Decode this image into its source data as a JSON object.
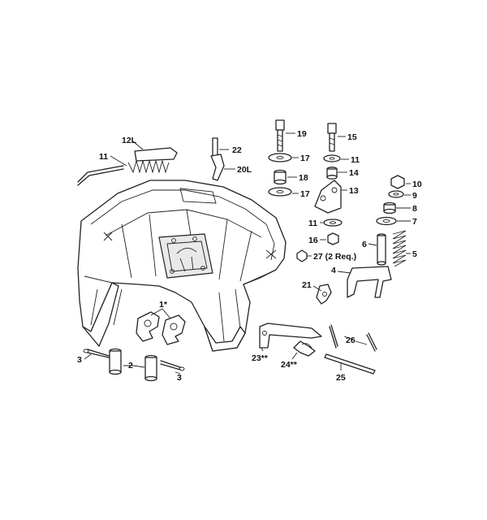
{
  "callouts": {
    "c1": "1*",
    "c2": "2",
    "c3a": "3",
    "c3b": "3",
    "c4": "4",
    "c5": "5",
    "c6": "6",
    "c7": "7",
    "c8": "8",
    "c9": "9",
    "c10": "10",
    "c11a": "11",
    "c11b": "11",
    "c11c": "11",
    "c12l": "12L",
    "c13": "13",
    "c14": "14",
    "c15": "15",
    "c16": "16",
    "c17a": "17",
    "c17b": "17",
    "c18": "18",
    "c19": "19",
    "c20l": "20L",
    "c21": "21",
    "c22": "22",
    "c23": "23**",
    "c24": "24**",
    "c25": "25",
    "c26": "26",
    "c27": "27 (2 Req.)"
  }
}
